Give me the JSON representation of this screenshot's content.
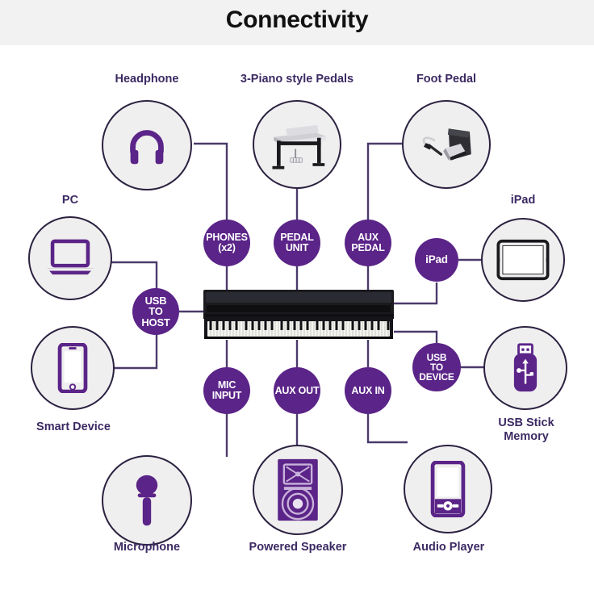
{
  "header": {
    "title": "Connectivity",
    "band_color": "#f2f2f2",
    "title_color": "#111111"
  },
  "theme": {
    "purple": "#5b2488",
    "purple_dark": "#3c2a63",
    "wire": "#4b3a6b",
    "device_fill": "#efefef",
    "device_stroke": "#2b2140",
    "white": "#ffffff"
  },
  "center_device": {
    "name": "digital-piano",
    "label": ""
  },
  "devices": [
    {
      "id": "headphone",
      "label": "Headphone",
      "icon": "headphone-icon"
    },
    {
      "id": "piano-pedals",
      "label": "3-Piano style Pedals",
      "icon": "piano-stand-pedals-icon"
    },
    {
      "id": "foot-pedal",
      "label": "Foot Pedal",
      "icon": "sustain-pedal-icon"
    },
    {
      "id": "pc",
      "label": "PC",
      "icon": "laptop-icon"
    },
    {
      "id": "ipad",
      "label": "iPad",
      "icon": "tablet-icon"
    },
    {
      "id": "smart-device",
      "label": "Smart Device",
      "icon": "smartphone-icon"
    },
    {
      "id": "usb-stick",
      "label": "USB Stick\nMemory",
      "icon": "usb-stick-icon"
    },
    {
      "id": "microphone",
      "label": "Microphone",
      "icon": "microphone-icon"
    },
    {
      "id": "speaker",
      "label": "Powered Speaker",
      "icon": "speaker-icon"
    },
    {
      "id": "audio-player",
      "label": "Audio Player",
      "icon": "audio-player-icon"
    }
  ],
  "ports": [
    {
      "id": "phones",
      "label": "PHONES\n(x2)",
      "font_size": 12.5
    },
    {
      "id": "pedal-unit",
      "label": "PEDAL\nUNIT",
      "font_size": 12.5
    },
    {
      "id": "aux-pedal",
      "label": "AUX\nPEDAL",
      "font_size": 12.5
    },
    {
      "id": "ipad-port",
      "label": "iPad",
      "font_size": 13.5
    },
    {
      "id": "usb-to-host",
      "label": "USB\nTO\nHOST",
      "font_size": 13
    },
    {
      "id": "usb-to-device",
      "label": "USB\nTO\nDEVICE",
      "font_size": 12
    },
    {
      "id": "mic-input",
      "label": "MIC\nINPUT",
      "font_size": 12.5
    },
    {
      "id": "aux-out",
      "label": "AUX OUT",
      "font_size": 12.5
    },
    {
      "id": "aux-in",
      "label": "AUX IN",
      "font_size": 12.5
    }
  ],
  "connections": [
    {
      "from": "headphone",
      "to": "phones"
    },
    {
      "from": "piano-pedals",
      "to": "pedal-unit"
    },
    {
      "from": "foot-pedal",
      "to": "aux-pedal"
    },
    {
      "from": "pc",
      "to": "usb-to-host"
    },
    {
      "from": "smart-device",
      "to": "usb-to-host"
    },
    {
      "from": "usb-to-host",
      "to": "digital-piano"
    },
    {
      "from": "phones",
      "to": "digital-piano"
    },
    {
      "from": "pedal-unit",
      "to": "digital-piano"
    },
    {
      "from": "aux-pedal",
      "to": "digital-piano"
    },
    {
      "from": "ipad-port",
      "to": "ipad"
    },
    {
      "from": "ipad-port",
      "to": "digital-piano"
    },
    {
      "from": "usb-to-device",
      "to": "usb-stick"
    },
    {
      "from": "usb-to-device",
      "to": "digital-piano"
    },
    {
      "from": "mic-input",
      "to": "microphone"
    },
    {
      "from": "aux-out",
      "to": "speaker"
    },
    {
      "from": "aux-in",
      "to": "audio-player"
    },
    {
      "from": "digital-piano",
      "to": "mic-input"
    },
    {
      "from": "digital-piano",
      "to": "aux-out"
    },
    {
      "from": "digital-piano",
      "to": "aux-in"
    }
  ]
}
